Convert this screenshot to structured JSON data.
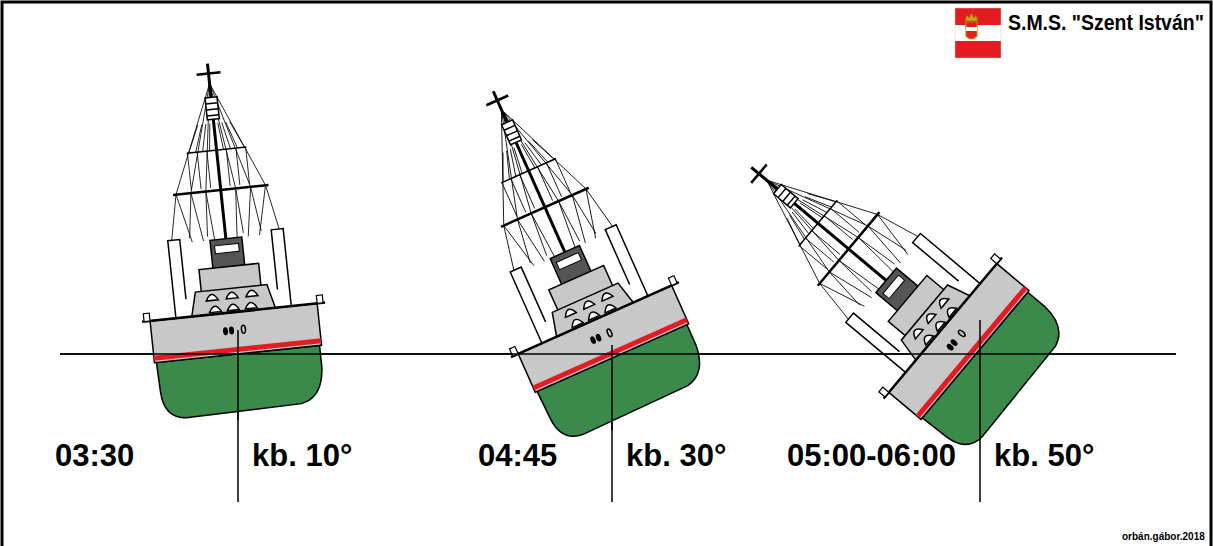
{
  "diagram": {
    "title": "S.M.S. \"Szent István\"",
    "labels": [
      "03:30",
      "kb. 10°",
      "04:45",
      "kb. 30°",
      "05:00-06:00",
      "kb. 50°",
      "orbán.gábor.2018"
    ]
  }
}
